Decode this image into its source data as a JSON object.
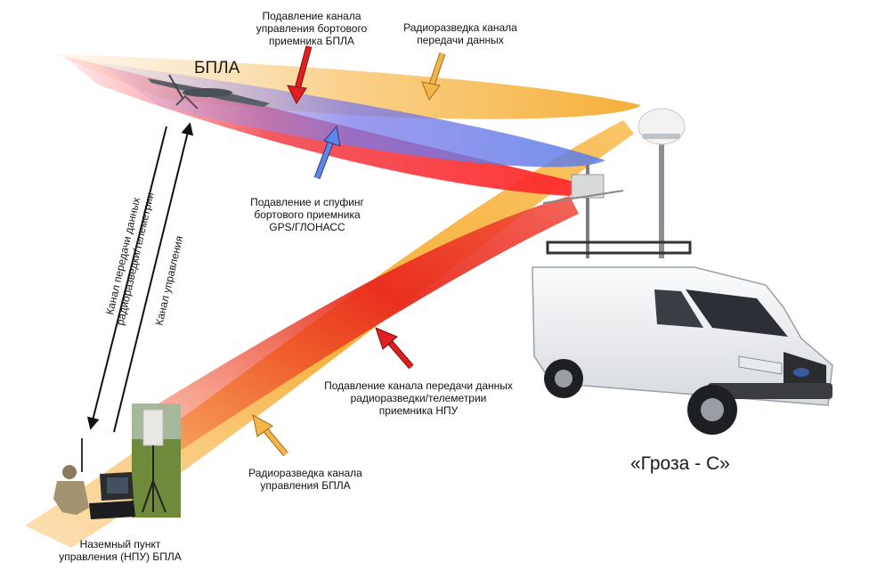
{
  "labels": {
    "uav": "БПЛА",
    "suppress_uav_control": "Подавление канала\nуправления бортового\nприемника БПЛА",
    "recon_data_channel": "Радиоразведка канала\nпередачи данных",
    "gnss_spoofing": "Подавление и спуфинг\nбортового приемника\nGPS/ГЛОНАСС",
    "data_channel_vertical": "Канал передачи данных\nрадиоразведки/телеметрии",
    "control_channel_vertical": "Канал управления",
    "suppress_gcs_data": "Подавление канала передачи данных\nрадиоразведки/телеметрии\nприемника НПУ",
    "recon_control_channel": "Радиоразведка канала\nуправления БПЛА",
    "gcs": "Наземный пункт\nуправления (НПУ) БПЛА",
    "system": "«Гроза - С»"
  },
  "colors": {
    "beam_orange": "#f5a623",
    "beam_red": "#e8281c",
    "beam_blue": "#6f7fe6",
    "arrow_red": "#e02020",
    "arrow_orange": "#f3b54a",
    "arrow_blue": "#5f86e8",
    "van_body": "#eef0f3",
    "text": "#1a1a1a"
  }
}
